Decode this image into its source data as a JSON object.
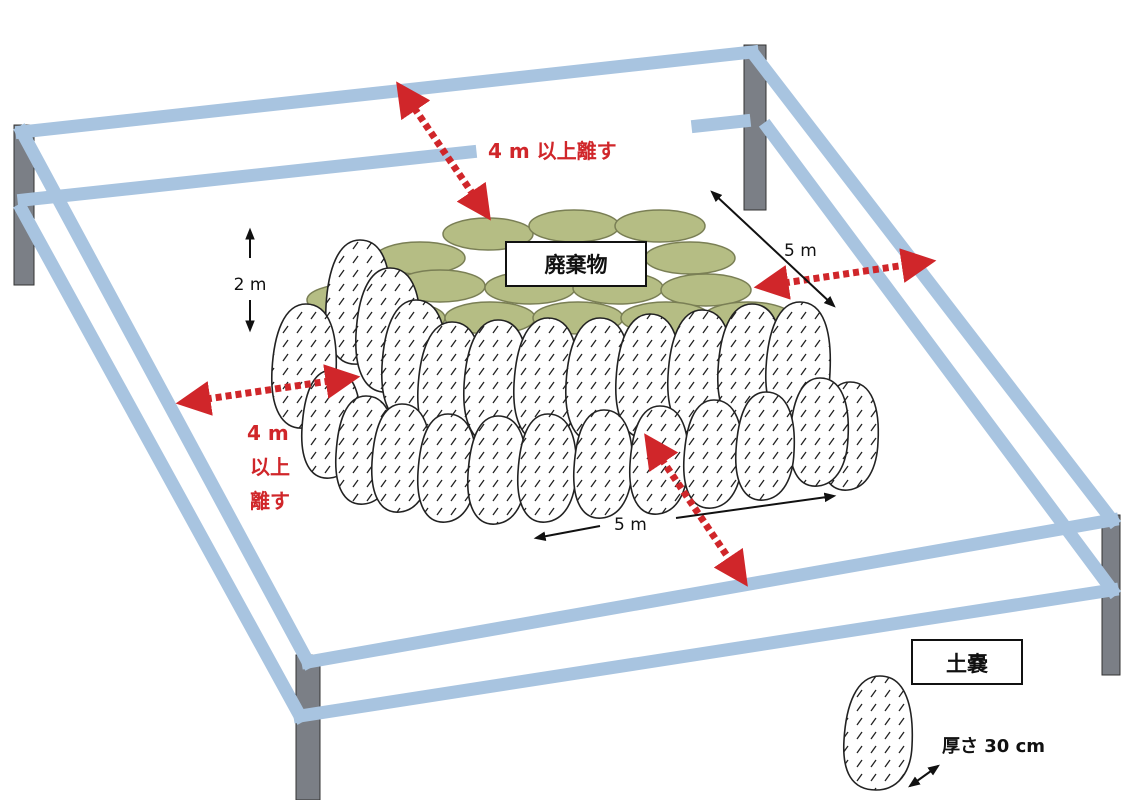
{
  "labels": {
    "distance_top": "4 m 以上離す",
    "distance_left": [
      "4 m",
      "以上",
      "離す"
    ],
    "height": "2 m",
    "width_right": "5 m",
    "width_front": "5 m",
    "waste": "廃棄物",
    "legend_title": "土嚢",
    "legend_thickness": "厚さ 30 cm"
  },
  "colors": {
    "frame": "#a8c4e0",
    "post": "#7b7f86",
    "waste_fill": "#b5bd84",
    "arrow_red": "#d0262a"
  }
}
